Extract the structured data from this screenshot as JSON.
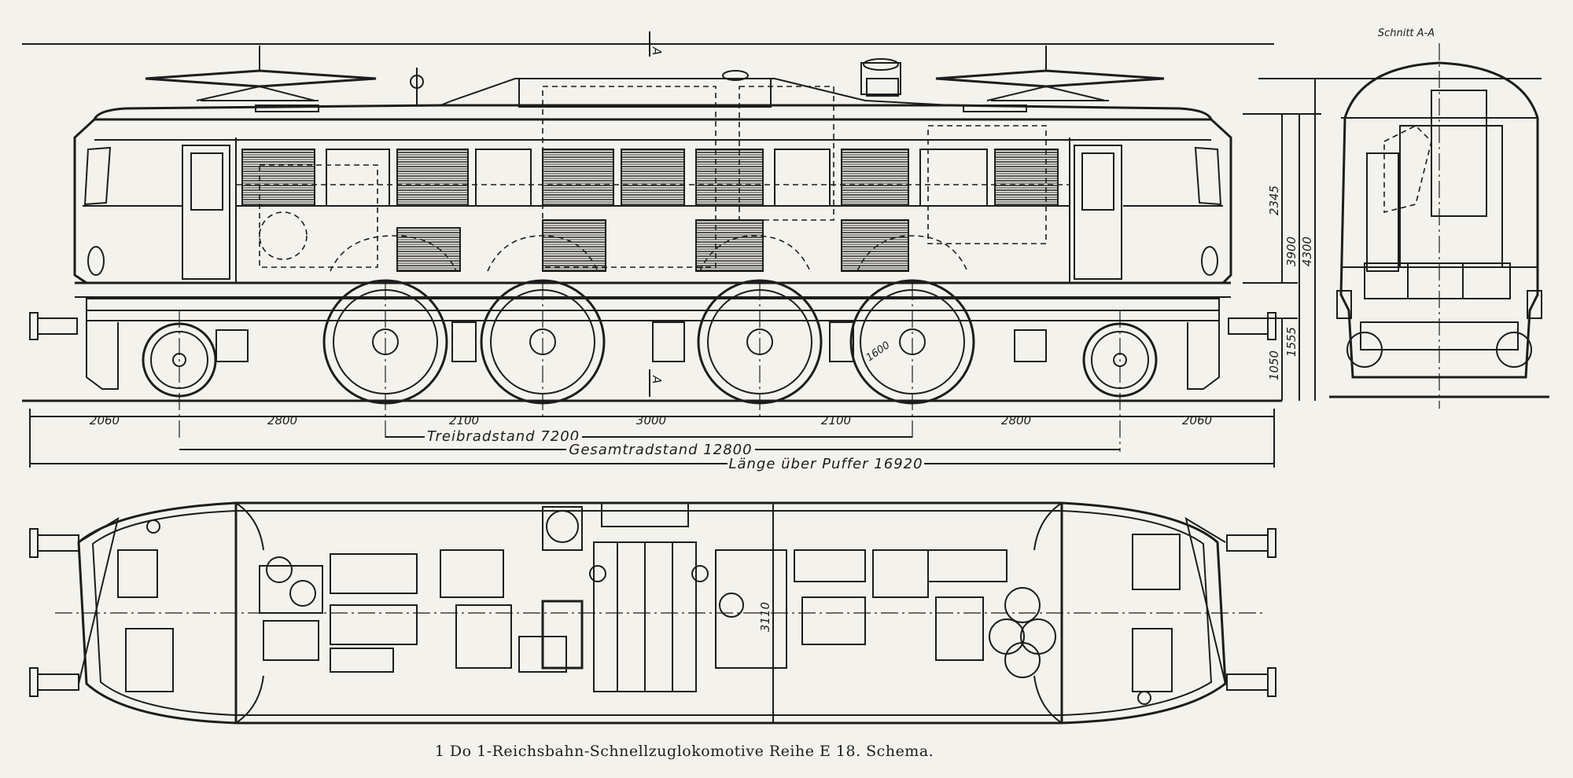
{
  "side_view": {
    "section_mark_top": "A",
    "section_mark_bottom": "A",
    "dimensions_bottom": [
      "2060",
      "2800",
      "2100",
      "3000",
      "2100",
      "2800",
      "2060"
    ],
    "wheel_label": "1600",
    "treibradstand": "Treibradstand 7200",
    "gesamtradstand": "Gesamtradstand 12800",
    "laenge": "Länge über Puffer 16920",
    "heights": [
      "2345",
      "3900",
      "4300",
      "1555",
      "1050"
    ]
  },
  "section_view": {
    "title": "Schnitt A-A"
  },
  "plan_view": {
    "width_label": "3110"
  },
  "caption": "1 Do 1-Reichsbahn-Schnellzuglokomotive Reihe E 18. Schema."
}
